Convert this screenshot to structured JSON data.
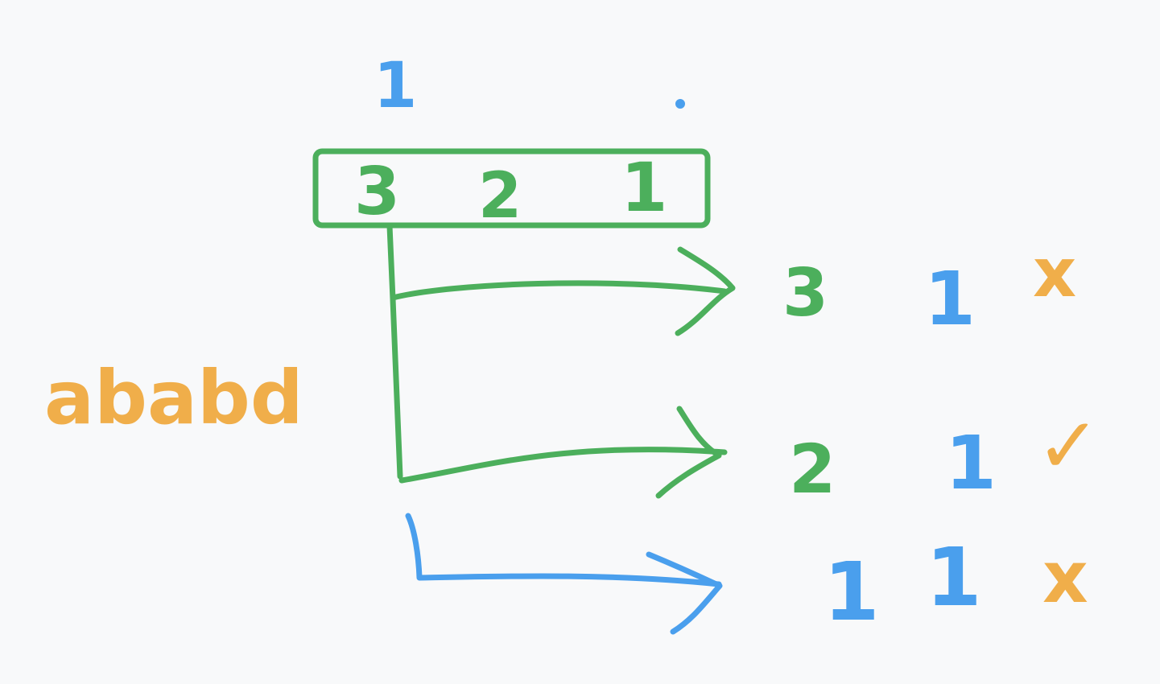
{
  "colors": {
    "background": "#f8f9fa",
    "blue": "#4a9fed",
    "green": "#4caf5c",
    "orange": "#f0ae4a"
  },
  "top_label": "1",
  "string_label": "ababd",
  "box_values": [
    "3",
    "2",
    "1"
  ],
  "rows": [
    {
      "value": "3",
      "count": "1",
      "result": "x"
    },
    {
      "value": "2",
      "count": "1",
      "result": "✓"
    },
    {
      "value": "1",
      "count": "1",
      "result": "x"
    }
  ]
}
